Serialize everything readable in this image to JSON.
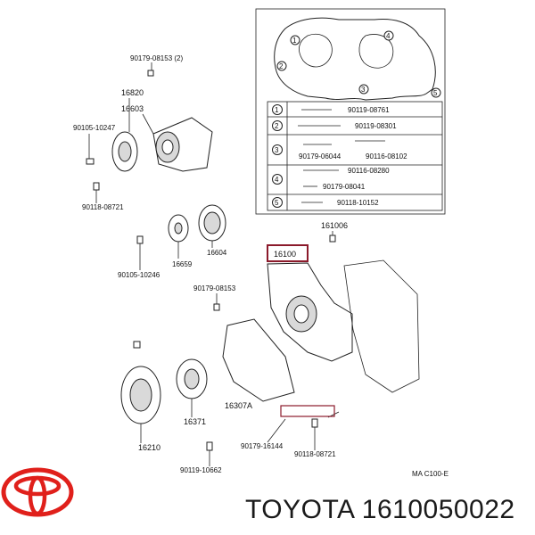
{
  "diagram": {
    "legend": [
      {
        "num": "1",
        "parts": [
          "90119-08761"
        ]
      },
      {
        "num": "2",
        "parts": [
          "90119-08301"
        ]
      },
      {
        "num": "3",
        "parts": [
          "90179-06044",
          "90116-08102"
        ]
      },
      {
        "num": "4",
        "parts": [
          "90116-08280",
          "90179-08041"
        ]
      },
      {
        "num": "5",
        "parts": [
          "90118-10152"
        ]
      }
    ],
    "gasket_circle_nums": [
      "1",
      "2",
      "3",
      "4",
      "5"
    ],
    "callouts": {
      "p1": "90179-08153 (2)",
      "p2": "16820",
      "p3": "16603",
      "p4": "90105-10247",
      "p5": "90118-08721",
      "p6": "16659",
      "p7": "16604",
      "p8": "90105-10246",
      "p9": "161006",
      "p10": "16100",
      "p11": "90179-08153",
      "p12": "16307A",
      "p13": "16371",
      "p14": "16210",
      "p15": "90179-16144",
      "p16": "90118-08721",
      "p17": "90119-10662",
      "ref": "MA C100-E"
    }
  },
  "footer": {
    "brand_name": "TOYOTA",
    "part_number": "1610050022",
    "logo_color": "#e0201b"
  }
}
